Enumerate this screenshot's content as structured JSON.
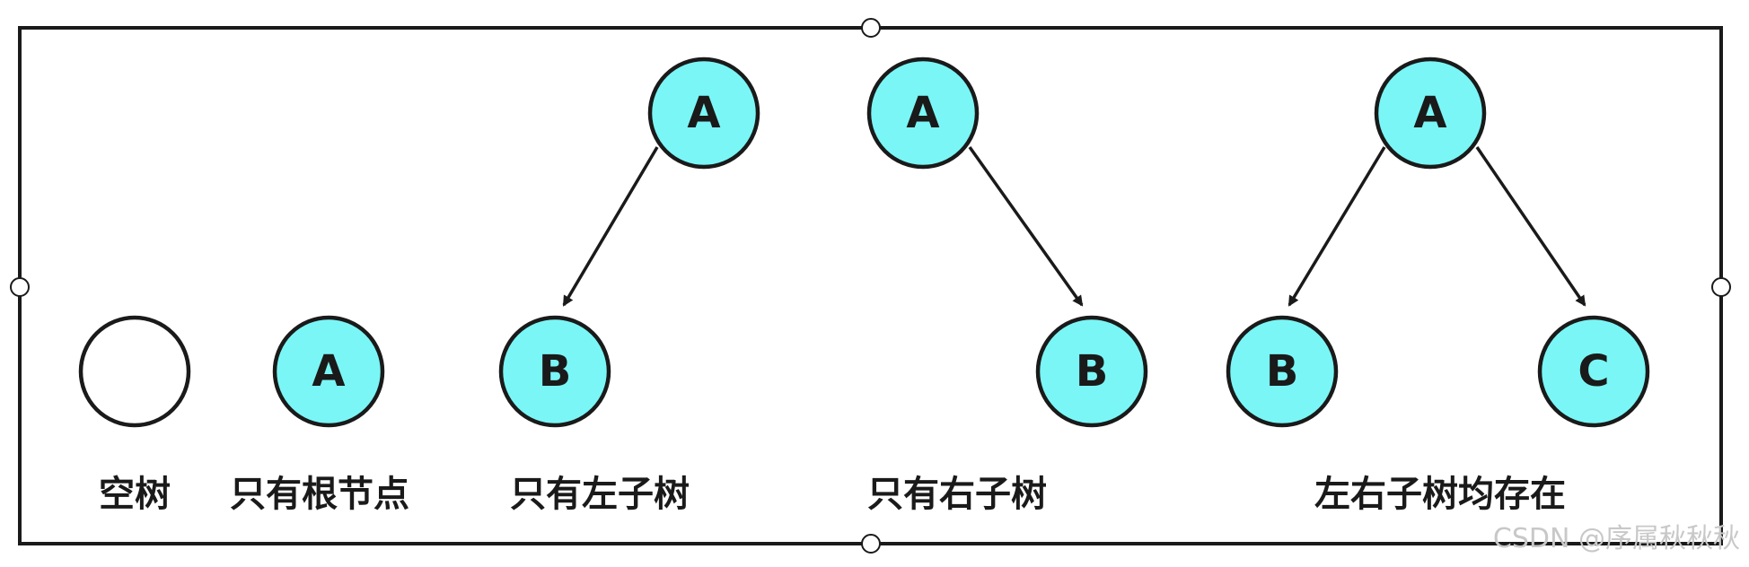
{
  "diagram": {
    "colors": {
      "node_fill": "#7af6f6",
      "stroke": "#1a1a1a",
      "frame": "#1a1a1a",
      "background": "#ffffff"
    },
    "captions": {
      "empty": "空树",
      "root_only": "只有根节点",
      "left_only": "只有左子树",
      "right_only": "只有右子树",
      "both": "左右子树均存在"
    },
    "nodes": {
      "root_only_a": "A",
      "left_only_a": "A",
      "left_only_b": "B",
      "right_only_a": "A",
      "right_only_b": "B",
      "both_a": "A",
      "both_b": "B",
      "both_c": "C"
    },
    "watermark": "CSDN @序属秋秋秋"
  }
}
